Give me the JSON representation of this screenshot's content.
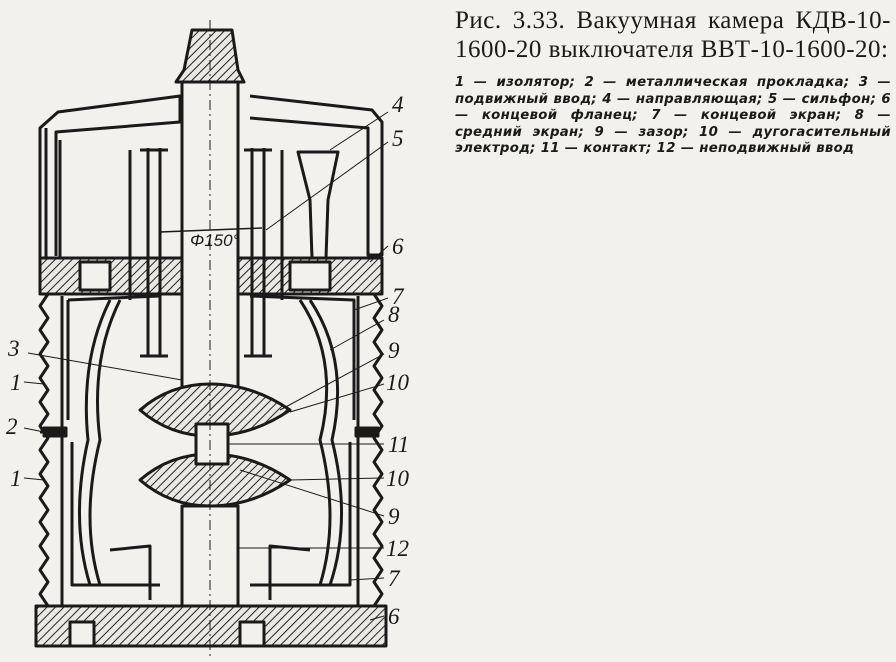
{
  "caption": {
    "title": "Рис. 3.33. Вакуумная камера КДВ-10-1600-20 выключателя ВВТ-10-1600-20:",
    "legend": "1 — изолятор; 2 — металлическая прокладка; 3 — подвижный ввод; 4 — направляющая; 5 — сильфон; 6 — концевой фланец; 7 — концевой экран; 8 — средний экран; 9 — зазор; 10 — дугогасительный электрод; 11 — контакт; 12 — неподвижный ввод"
  },
  "diagram": {
    "dimension_label": "Φ150°",
    "left_labels": [
      "3",
      "1",
      "2",
      "1"
    ],
    "right_labels": [
      "4",
      "5",
      "6",
      "7",
      "8",
      "9",
      "10",
      "11",
      "10",
      "9",
      "12",
      "7",
      "6"
    ]
  }
}
